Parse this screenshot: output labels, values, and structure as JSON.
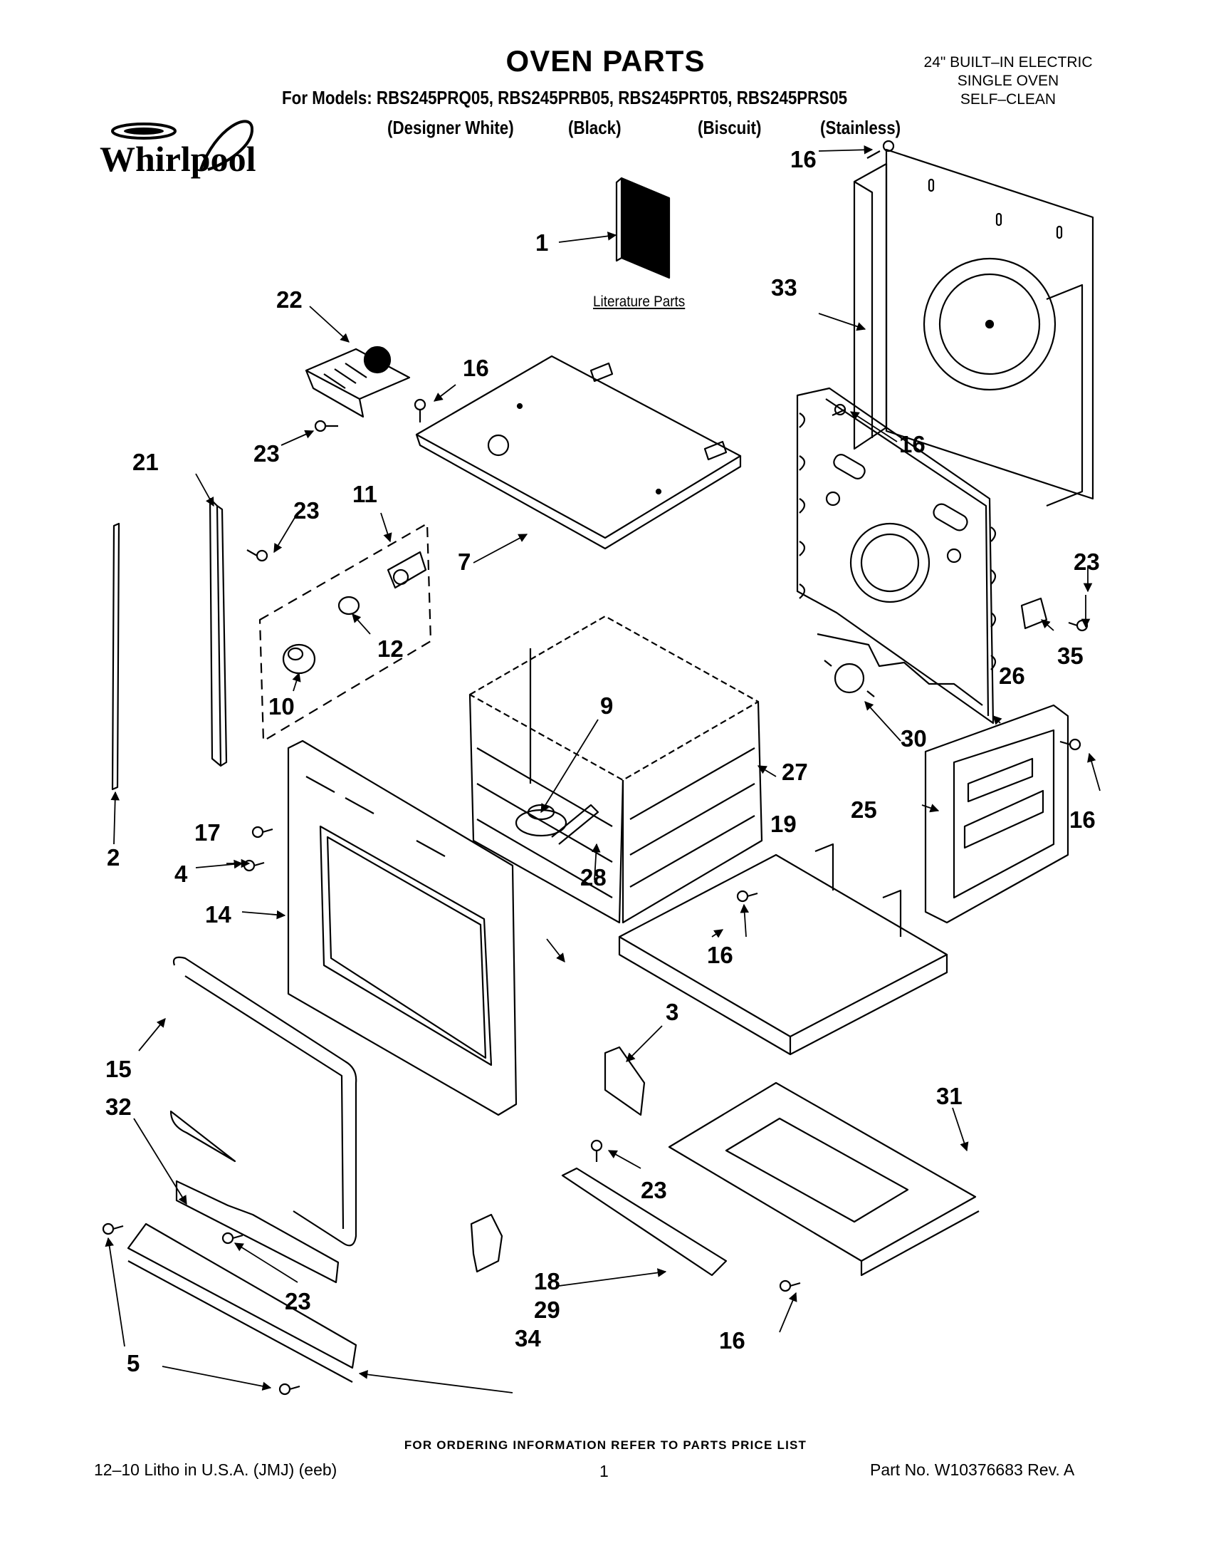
{
  "header": {
    "title": "OVEN PARTS",
    "models_line": "For Models: RBS245PRQ05, RBS245PRB05, RBS245PRT05, RBS245PRS05",
    "colors": [
      "(Designer White)",
      "(Black)",
      "(Biscuit)",
      "(Stainless)"
    ],
    "oven_type": [
      "24\" BUILT–IN ELECTRIC",
      "SINGLE OVEN",
      "SELF–CLEAN"
    ],
    "brand": "Whirlpool"
  },
  "diagram": {
    "literature_label": "Literature Parts",
    "callouts": [
      "1",
      "2",
      "3",
      "4",
      "5",
      "7",
      "9",
      "10",
      "11",
      "12",
      "14",
      "15",
      "16",
      "16",
      "16",
      "16",
      "16",
      "16",
      "16",
      "17",
      "18",
      "19",
      "21",
      "22",
      "23",
      "23",
      "23",
      "23",
      "23",
      "23",
      "25",
      "26",
      "27",
      "28",
      "29",
      "30",
      "31",
      "32",
      "33",
      "34",
      "35"
    ]
  },
  "footer": {
    "order_note": "FOR ORDERING INFORMATION REFER TO PARTS PRICE LIST",
    "litho": "12–10 Litho in U.S.A. (JMJ) (eeb)",
    "page": "1",
    "part_no": "Part No. W10376683 Rev. A"
  }
}
